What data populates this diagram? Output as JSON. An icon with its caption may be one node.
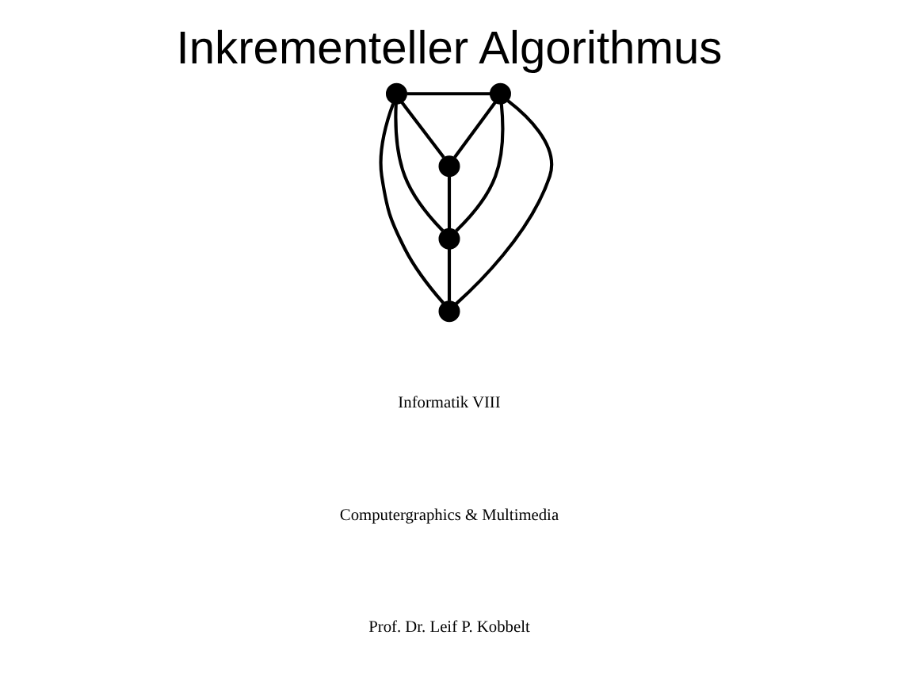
{
  "diagram": {
    "title": "Inkrementeller Algorithmus",
    "nodes": [
      {
        "text": [],
        "shape": "circle"
      },
      {
        "text": [],
        "shape": "circle"
      },
      {
        "text": [],
        "shape": "circle"
      },
      {
        "text": [],
        "shape": "circle"
      },
      {
        "text": [],
        "shape": "circle"
      }
    ],
    "edges": [
      {
        "from": 0,
        "to": 1,
        "arrow": "none"
      },
      {
        "from": 0,
        "to": 2,
        "arrow": "none"
      },
      {
        "from": 0,
        "to": 3,
        "arrow": "none"
      },
      {
        "from": 0,
        "to": 4,
        "arrow": "none"
      },
      {
        "from": 1,
        "to": 2,
        "arrow": "none"
      },
      {
        "from": 1,
        "to": 3,
        "arrow": "none"
      },
      {
        "from": 1,
        "to": 4,
        "arrow": "none"
      },
      {
        "from": 2,
        "to": 3,
        "arrow": "none"
      },
      {
        "from": 3,
        "to": 4,
        "arrow": "none"
      }
    ],
    "labels": [
      "Informatik VIII",
      "Computergraphics & Multimedia",
      "Prof. Dr. Leif P. Kobbelt"
    ]
  }
}
